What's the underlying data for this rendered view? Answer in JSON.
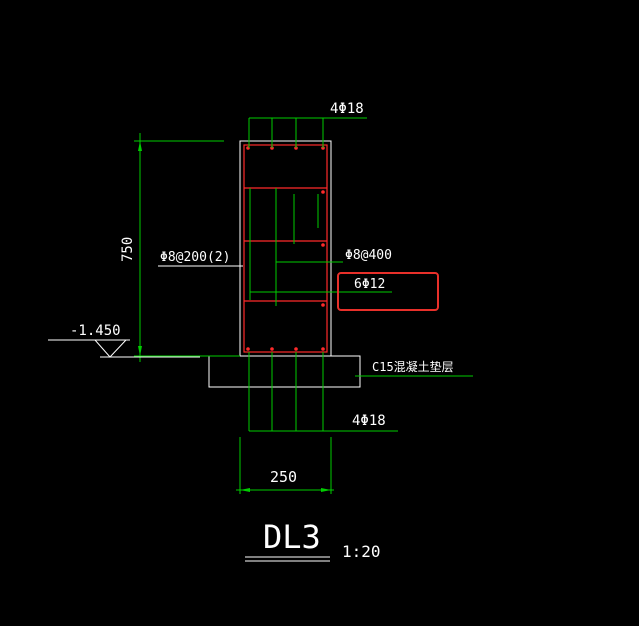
{
  "labels": {
    "top_rebar": "4Φ18",
    "bottom_rebar": "4Φ18",
    "stirrup_left": "Φ8@200(2)",
    "stirrup_right": "Φ8@400",
    "side_rebar": "6Φ12",
    "height_dim": "750",
    "width_dim": "250",
    "elevation": "-1.450",
    "cushion": "C15混凝土垫层",
    "title": "DL3",
    "scale": "1:20"
  },
  "colors": {
    "background": "#000000",
    "structure": "#ffffff",
    "rebar": "#ff2a2a",
    "dimension": "#00cc00",
    "highlight": "#e8302a"
  }
}
